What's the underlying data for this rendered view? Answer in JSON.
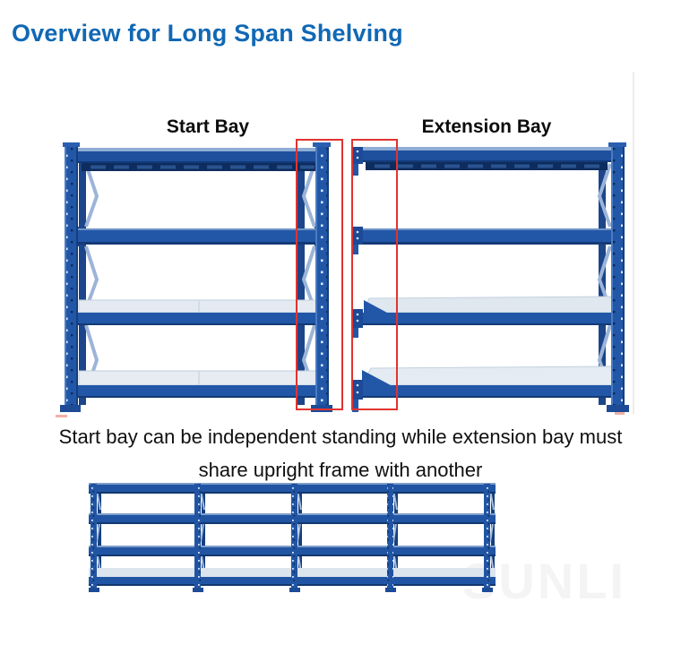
{
  "title": {
    "text": "Overview for Long Span Shelving",
    "color": "#1168b4"
  },
  "diagram": {
    "start_bay_label": "Start Bay",
    "extension_bay_label": "Extension Bay",
    "caption_line1": "Start bay can be independent standing while extension bay must",
    "caption_line2": "share upright frame with another",
    "highlight_color": "#e13430"
  },
  "watermark": {
    "text": "SUNLI",
    "color": "#f4f4f5"
  },
  "colors": {
    "rack_blue": "#2257a8",
    "rack_beam_blue": "#1e509e",
    "rack_navy_underside": "#0e2c5e",
    "rack_back_post": "#1c4689",
    "brace_light": "#9cb4d8",
    "deck_light": "#e3eaf1",
    "photo_edge_gray": "#ececec"
  }
}
